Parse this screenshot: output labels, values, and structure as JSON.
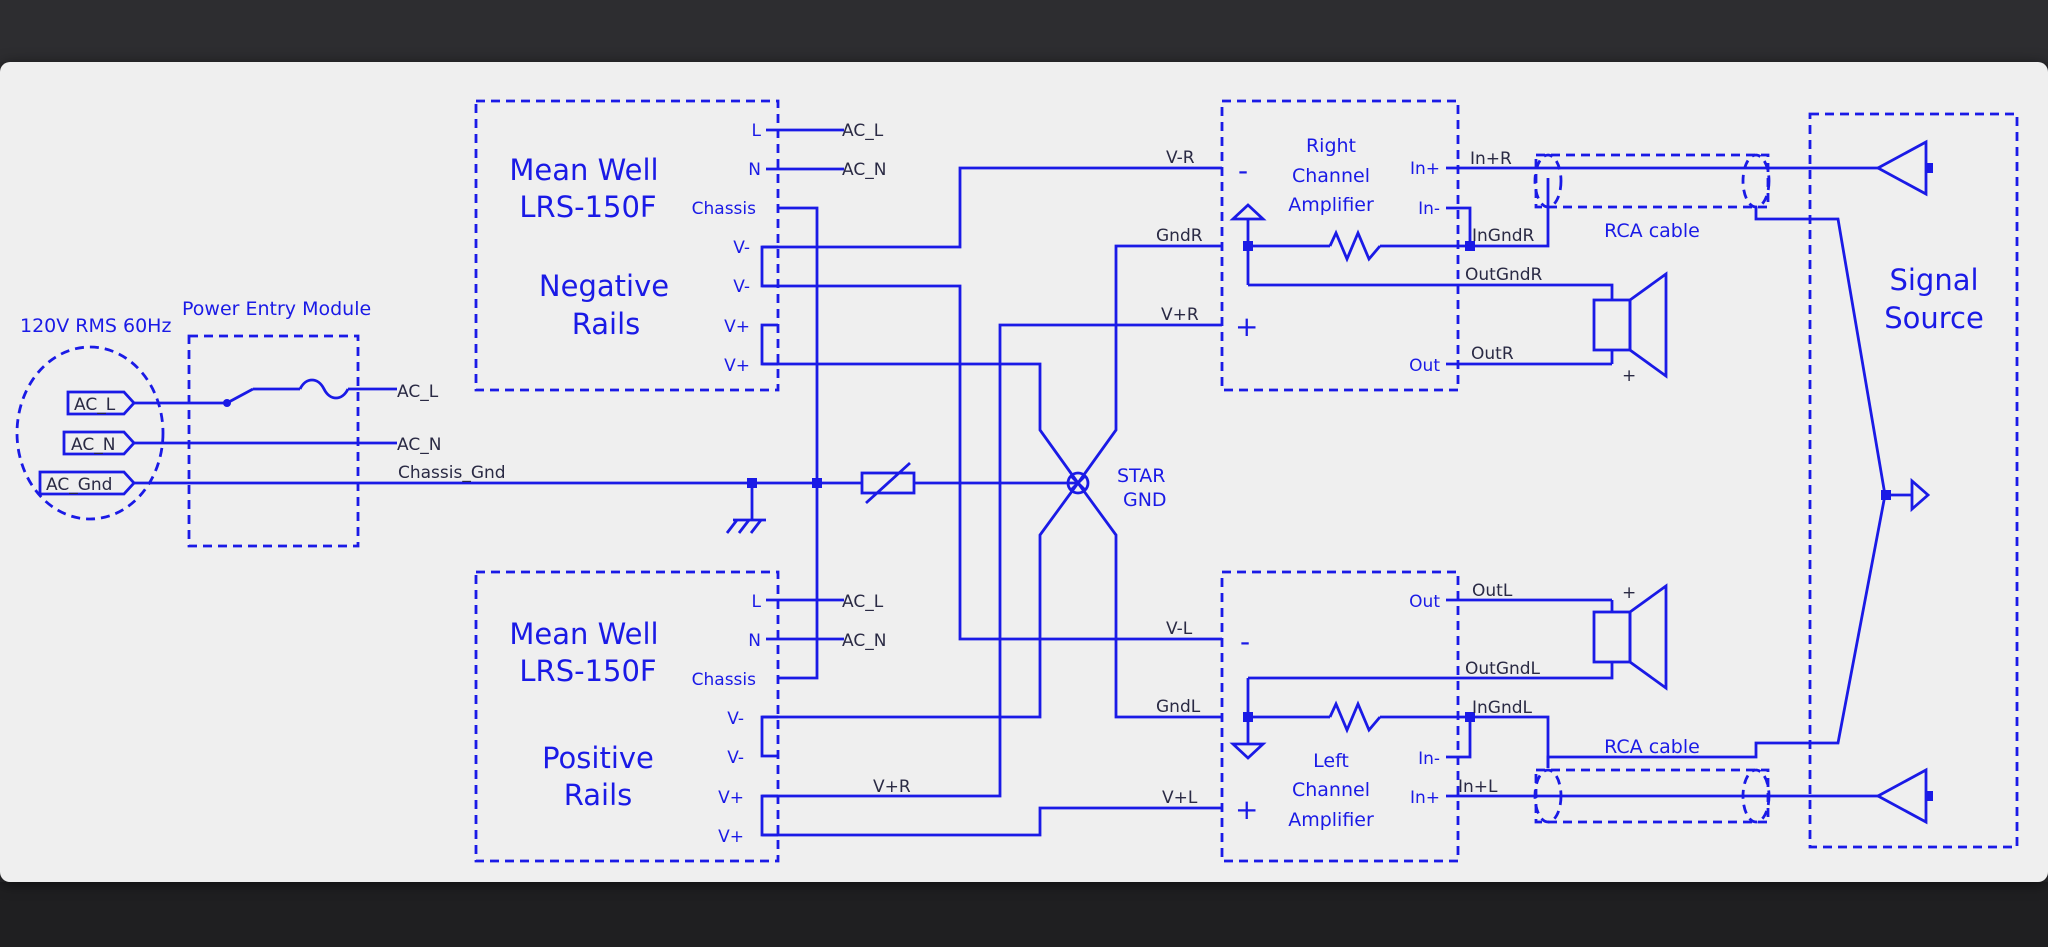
{
  "diagram": {
    "input": {
      "label": "120V RMS 60Hz",
      "terminals": [
        "AC_L",
        "AC_N",
        "AC_Gnd"
      ]
    },
    "power_entry": {
      "title": "Power Entry Module",
      "outputs": [
        "AC_L",
        "AC_N"
      ],
      "chassis_gnd": "Chassis_Gnd"
    },
    "psu_negative": {
      "line1": "Mean Well",
      "line2": "LRS-150F",
      "role1": "Negative",
      "role2": "Rails",
      "pins": [
        "L",
        "N",
        "Chassis",
        "V-",
        "V-",
        "V+",
        "V+"
      ],
      "nets": [
        "AC_L",
        "AC_N"
      ]
    },
    "psu_positive": {
      "line1": "Mean Well",
      "line2": "LRS-150F",
      "role1": "Positive",
      "role2": "Rails",
      "pins": [
        "L",
        "N",
        "Chassis",
        "V-",
        "V-",
        "V+",
        "V+"
      ],
      "nets": [
        "AC_L",
        "AC_N"
      ]
    },
    "star": {
      "line1": "STAR",
      "line2": "GND"
    },
    "amp_right": {
      "line1": "Right",
      "line2": "Channel",
      "line3": "Amplifier",
      "minus": "-",
      "plus": "+",
      "pins": {
        "in_plus": "In+",
        "in_minus": "In-",
        "out": "Out"
      }
    },
    "amp_left": {
      "line1": "Left",
      "line2": "Channel",
      "line3": "Amplifier",
      "minus": "-",
      "plus": "+",
      "pins": {
        "in_plus": "In+",
        "in_minus": "In-",
        "out": "Out"
      }
    },
    "nets": {
      "v_minus_r": "V-R",
      "gnd_r": "GndR",
      "v_plus_r": "V+R",
      "v_plus_r2": "V+R",
      "v_minus_l": "V-L",
      "gnd_l": "GndL",
      "v_plus_l": "V+L",
      "in_plus_r": "In+R",
      "in_gnd_r": "InGndR",
      "out_gnd_r": "OutGndR",
      "out_r": "OutR",
      "out_l": "OutL",
      "out_gnd_l": "OutGndL",
      "in_gnd_l": "InGndL",
      "in_plus_l": "In+L"
    },
    "speaker_plus": "+",
    "cable_r": "RCA cable",
    "cable_l": "RCA cable",
    "source": {
      "line1": "Signal",
      "line2": "Source"
    }
  }
}
